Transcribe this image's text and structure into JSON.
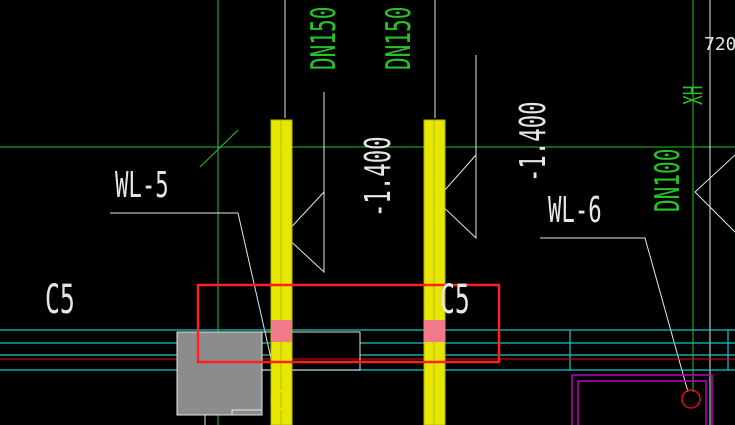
{
  "viewport": {
    "background": "#000000",
    "colors": {
      "green": "#27c227",
      "white": "#e6e6e6",
      "cyan": "#16c7c7",
      "red": "#e01010",
      "yellow": "#e6e600",
      "yellow_edge": "#b5b500",
      "gray_fill": "#8c8c8c",
      "pink": "#f07a8a",
      "magenta": "#c000c0",
      "selection": "#ff2020"
    },
    "labels": {
      "pipe_size_1": "DN150",
      "pipe_size_2": "DN150",
      "pipe_size_3": "DN100",
      "elevation_1": "-1.400",
      "elevation_2": "-1.400",
      "pipe_tag_1": "WL-5",
      "pipe_tag_2": "WL-6",
      "column_1": "C5",
      "column_2": "C5",
      "axis_tag": "XH",
      "corner_number": "720"
    }
  }
}
